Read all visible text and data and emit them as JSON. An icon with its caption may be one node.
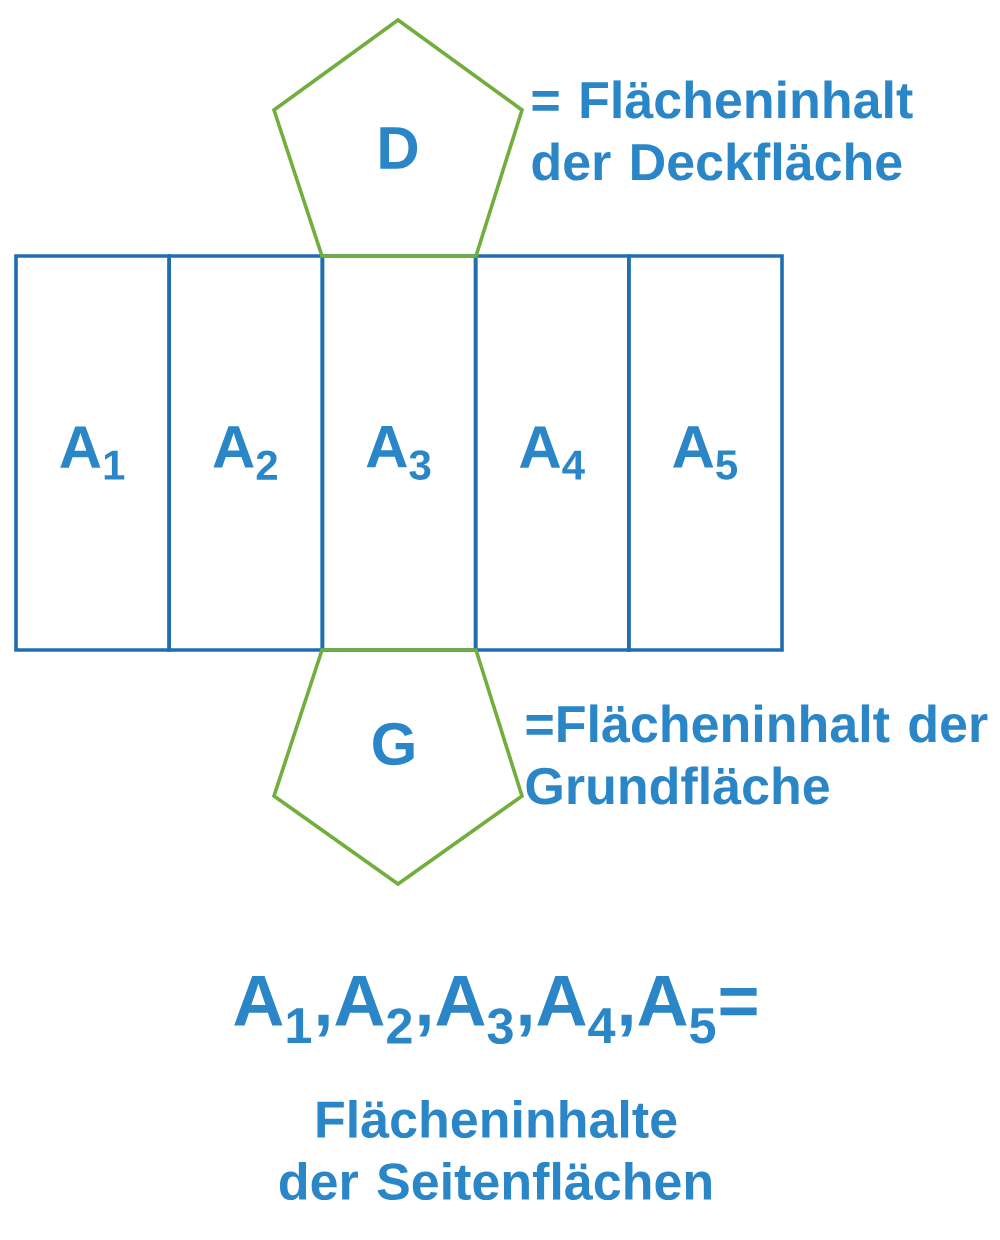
{
  "diagram": {
    "nodes": [
      {
        "text": [
          "D"
        ],
        "beside": [
          "= Flächeninhalt der Deckfläche"
        ]
      },
      {
        "text": [
          "A$_{1}$"
        ]
      },
      {
        "text": [
          "A$_{2}$"
        ]
      },
      {
        "text": [
          "A$_{3}$"
        ]
      },
      {
        "text": [
          "A$_{4}$"
        ]
      },
      {
        "text": [
          "A$_{5}$"
        ]
      },
      {
        "text": [
          "G"
        ],
        "beside": [
          "=Flächeninhalt der Grundfläche"
        ]
      }
    ],
    "labels": [
      "A$_{1}$,A$_{2}$,A$_{3}$,A$_{4}$,A$_{5}$=",
      "Flächeninhalte der Seitenflächen"
    ]
  }
}
